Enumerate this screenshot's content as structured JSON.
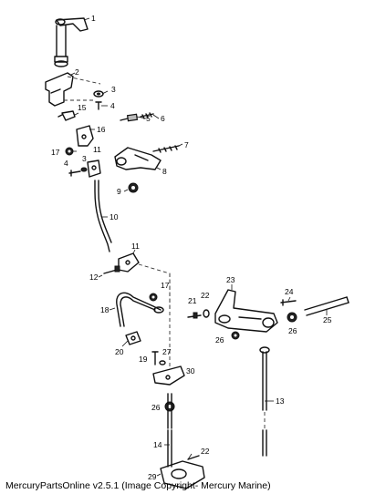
{
  "callouts": [
    {
      "id": "c1",
      "label": "1"
    },
    {
      "id": "c2",
      "label": "2"
    },
    {
      "id": "c3",
      "label": "3"
    },
    {
      "id": "c4a",
      "label": "4"
    },
    {
      "id": "c15",
      "label": "15"
    },
    {
      "id": "c5",
      "label": "5"
    },
    {
      "id": "c6",
      "label": "6"
    },
    {
      "id": "c16",
      "label": "16"
    },
    {
      "id": "c17",
      "label": "17"
    },
    {
      "id": "c11a",
      "label": "11"
    },
    {
      "id": "c7",
      "label": "7"
    },
    {
      "id": "c3b",
      "label": "3"
    },
    {
      "id": "c4b",
      "label": "4"
    },
    {
      "id": "c8",
      "label": "8"
    },
    {
      "id": "c9",
      "label": "9"
    },
    {
      "id": "c10",
      "label": "10"
    },
    {
      "id": "c11b",
      "label": "11"
    },
    {
      "id": "c12",
      "label": "12"
    },
    {
      "id": "c17b",
      "label": "17"
    },
    {
      "id": "c18",
      "label": "18"
    },
    {
      "id": "c23",
      "label": "23"
    },
    {
      "id": "c21",
      "label": "21"
    },
    {
      "id": "c22a",
      "label": "22"
    },
    {
      "id": "c24",
      "label": "24"
    },
    {
      "id": "c25",
      "label": "25"
    },
    {
      "id": "c26a",
      "label": "26"
    },
    {
      "id": "c26b",
      "label": "26"
    },
    {
      "id": "c20",
      "label": "20"
    },
    {
      "id": "c19",
      "label": "19"
    },
    {
      "id": "c27",
      "label": "27"
    },
    {
      "id": "c30",
      "label": "30"
    },
    {
      "id": "c26c",
      "label": "26"
    },
    {
      "id": "c13",
      "label": "13"
    },
    {
      "id": "c14",
      "label": "14"
    },
    {
      "id": "c22b",
      "label": "22"
    },
    {
      "id": "c29",
      "label": "29"
    }
  ],
  "footer": "MercuryPartsOnline v2.5.1 (Image Copyright- Mercury Marine)"
}
